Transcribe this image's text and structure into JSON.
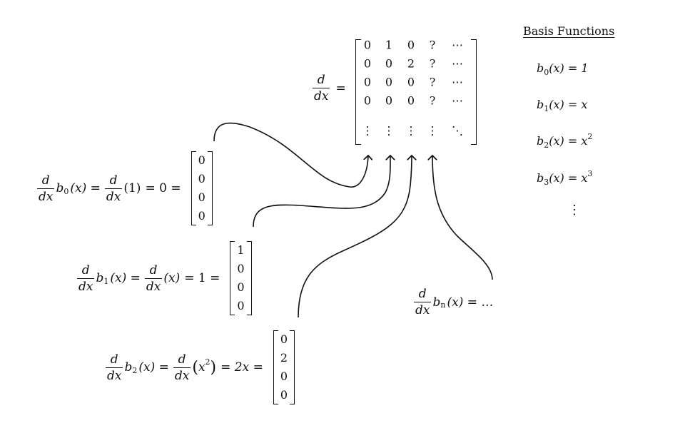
{
  "operator": {
    "num": "d",
    "den": "dx",
    "eq": "="
  },
  "matrix": {
    "rows": [
      [
        "0",
        "1",
        "0",
        "?",
        "⋯"
      ],
      [
        "0",
        "0",
        "2",
        "?",
        "⋯"
      ],
      [
        "0",
        "0",
        "0",
        "?",
        "⋯"
      ],
      [
        "0",
        "0",
        "0",
        "?",
        "⋯"
      ],
      [
        "⋮",
        "⋮",
        "⋮",
        "⋮",
        "⋱"
      ]
    ]
  },
  "basis": {
    "title": "Basis Functions",
    "items": [
      {
        "b": "b",
        "sub": "0",
        "arg": "(x) = 1",
        "sup": ""
      },
      {
        "b": "b",
        "sub": "1",
        "arg": "(x) = x",
        "sup": ""
      },
      {
        "b": "b",
        "sub": "2",
        "arg": "(x) = x",
        "sup": "2"
      },
      {
        "b": "b",
        "sub": "3",
        "arg": "(x) = x",
        "sup": "3"
      }
    ],
    "more": "⋮"
  },
  "equations": [
    {
      "sub": "0",
      "lhs": "(x) =",
      "arg": "(1)",
      "rhs": "= 0 =",
      "vector": [
        "0",
        "0",
        "0",
        "0"
      ]
    },
    {
      "sub": "1",
      "lhs": "(x) =",
      "arg": "(x)",
      "rhs": "= 1 =",
      "vector": [
        "1",
        "0",
        "0",
        "0"
      ]
    },
    {
      "sub": "2",
      "lhs": "(x) =",
      "arg": "x",
      "argsup": "2",
      "rhs": "= 2x =",
      "vector": [
        "0",
        "2",
        "0",
        "0"
      ]
    }
  ],
  "general": {
    "sub": "n",
    "rhs": "(x) = …"
  }
}
